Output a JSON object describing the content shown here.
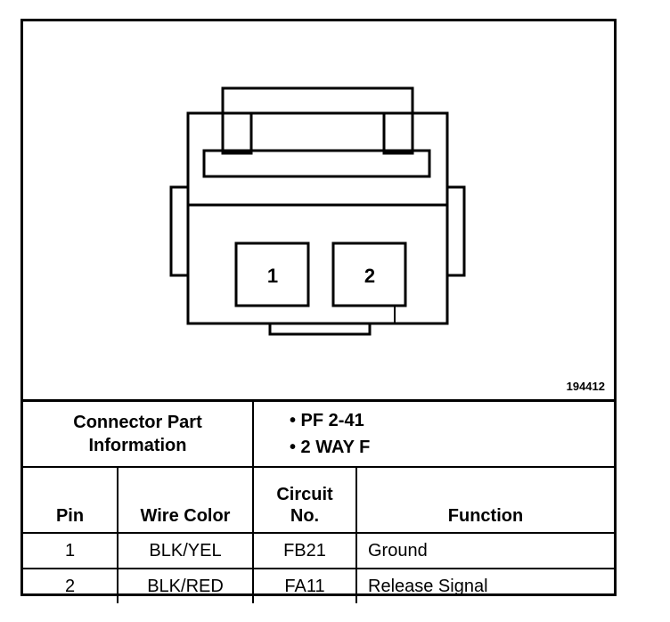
{
  "diagram": {
    "figure_id": "194412",
    "pins": [
      "1",
      "2"
    ]
  },
  "connector": {
    "title_line1": "Connector Part",
    "title_line2": "Information",
    "bullets": [
      "• PF 2-41",
      "• 2 WAY F"
    ]
  },
  "table": {
    "headers": {
      "pin": "Pin",
      "wire_color": "Wire Color",
      "circuit_line1": "Circuit",
      "circuit_line2": "No.",
      "function": "Function"
    },
    "rows": [
      {
        "pin": "1",
        "wire_color": "BLK/YEL",
        "circuit": "FB21",
        "function": "Ground"
      },
      {
        "pin": "2",
        "wire_color": "BLK/RED",
        "circuit": "FA11",
        "function": "Release Signal"
      }
    ]
  }
}
